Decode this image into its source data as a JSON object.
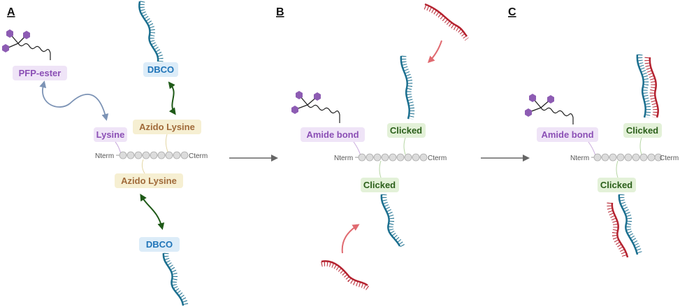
{
  "panels": [
    {
      "label": "A",
      "tags": {
        "pfp": "PFP-ester",
        "lysine": "Lysine",
        "azido_top": "Azido Lysine",
        "azido_bottom": "Azido Lysine",
        "dbco_top": "DBCO",
        "dbco_bottom": "DBCO"
      },
      "nterm": "Nterm",
      "cterm": "Cterm"
    },
    {
      "label": "B",
      "tags": {
        "amide": "Amide bond",
        "clicked_top": "Clicked",
        "clicked_bottom": "Clicked"
      },
      "nterm": "Nterm",
      "cterm": "Cterm"
    },
    {
      "label": "C",
      "tags": {
        "amide": "Amide bond",
        "clicked_top": "Clicked",
        "clicked_bottom": "Clicked"
      },
      "nterm": "Nterm",
      "cterm": "Cterm"
    }
  ],
  "colors": {
    "purple_tag_bg": "#efe4f7",
    "purple_text": "#8b4fb5",
    "yellow_tag_bg": "#f6efd2",
    "brown_text": "#a06a3a",
    "blue_tag_bg": "#dcecf8",
    "blue_text": "#1f74b8",
    "green_tag_bg": "#e3f1d8",
    "green_text": "#2b5f1a",
    "dna_blue": "#1b6f8f",
    "dna_red": "#b52330",
    "bead_fill": "#dcdcdc",
    "arrow_gray": "#666666",
    "arrow_red": "#e06a70",
    "arrow_green": "#1f5a18",
    "arrow_slate": "#7c93b5",
    "molecule_purple": "#8d5cb3"
  }
}
